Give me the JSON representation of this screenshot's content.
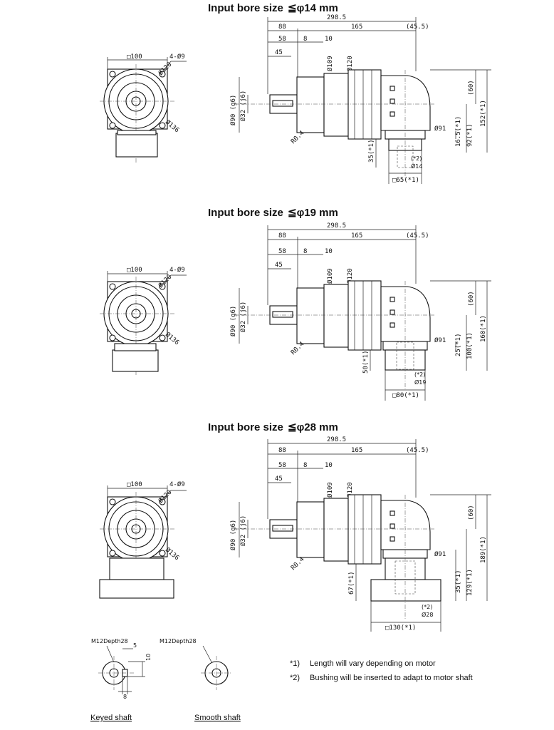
{
  "sections": [
    {
      "title": "Input bore size",
      "bore": "≦φ14 mm",
      "front": {
        "square": "□100",
        "holes": "4-Ø9",
        "pcd": "Ø120",
        "od": "Ø136"
      },
      "side": {
        "total": "298.5",
        "d88": "88",
        "d165": "165",
        "d45_5": "(45.5)",
        "d58": "58",
        "d8": "8",
        "d10": "10",
        "d45": "45",
        "flange109": "Ø109",
        "flange120": "Ø120",
        "pilot": "Ø90 (g6)",
        "shaft": "Ø32 (j6)",
        "radius": "R0.4",
        "h60": "(60)",
        "h_a": "16.5(*1)",
        "h_b": "92(*1)",
        "h_total": "152(*1)",
        "motor_od": "Ø91",
        "low": "35(*1)",
        "bush": "(*2)",
        "bore_d": "Ø14",
        "motor_sq": "□65(*1)"
      }
    },
    {
      "title": "Input bore size",
      "bore": "≦φ19 mm",
      "front": {
        "square": "□100",
        "holes": "4-Ø9",
        "pcd": "Ø120",
        "od": "Ø136"
      },
      "side": {
        "total": "298.5",
        "d88": "88",
        "d165": "165",
        "d45_5": "(45.5)",
        "d58": "58",
        "d8": "8",
        "d10": "10",
        "d45": "45",
        "flange109": "Ø109",
        "flange120": "Ø120",
        "pilot": "Ø90 (g6)",
        "shaft": "Ø32 (j6)",
        "radius": "R0.4",
        "h60": "(60)",
        "h_a": "25(*1)",
        "h_b": "100(*1)",
        "h_total": "160(*1)",
        "motor_od": "Ø91",
        "low": "50(*1)",
        "bush": "(*2)",
        "bore_d": "Ø19",
        "motor_sq": "□80(*1)"
      }
    },
    {
      "title": "Input bore size",
      "bore": "≦φ28 mm",
      "front": {
        "square": "□100",
        "holes": "4-Ø9",
        "pcd": "Ø120",
        "od": "Ø136"
      },
      "side": {
        "total": "298.5",
        "d88": "88",
        "d165": "165",
        "d45_5": "(45.5)",
        "d58": "58",
        "d8": "8",
        "d10": "10",
        "d45": "45",
        "flange109": "Ø109",
        "flange120": "Ø120",
        "pilot": "Ø90 (g6)",
        "shaft": "Ø32 (j6)",
        "radius": "R0.4",
        "h60": "(60)",
        "h_a": "35(*1)",
        "h_b": "129(*1)",
        "h_total": "189(*1)",
        "motor_od": "Ø91",
        "low": "67(*1)",
        "bush": "(*2)",
        "bore_d": "Ø28",
        "motor_sq": "□130(*1)"
      }
    }
  ],
  "shafts": {
    "keyed": {
      "thread": "M12Depth28",
      "key_w": "5",
      "key_h": "10",
      "key_l": "8",
      "label": "Keyed shaft"
    },
    "smooth": {
      "thread": "M12Depth28",
      "label": "Smooth shaft"
    }
  },
  "notes": [
    {
      "mark": "*1)",
      "text": "Length will vary depending on motor"
    },
    {
      "mark": "*2)",
      "text": "Bushing will be inserted to adapt to motor shaft"
    }
  ]
}
